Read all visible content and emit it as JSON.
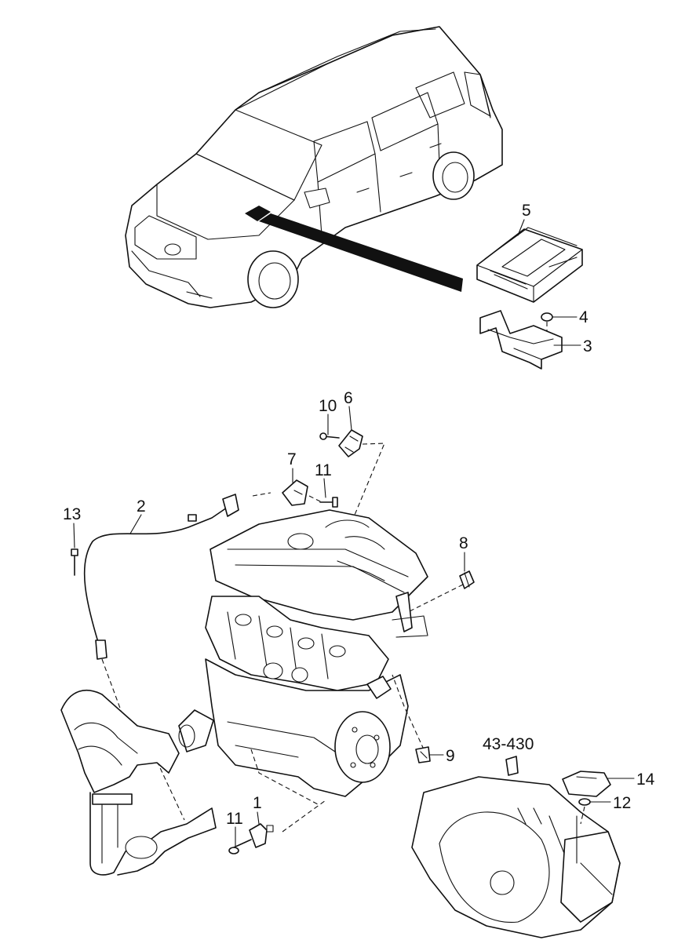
{
  "callouts": {
    "c1": "1",
    "c2": "2",
    "c3": "3",
    "c4": "4",
    "c5": "5",
    "c6": "6",
    "c7": "7",
    "c8": "8",
    "c9": "9",
    "c10": "10",
    "c11a": "11",
    "c11b": "11",
    "c12": "12",
    "c13": "13",
    "c14": "14",
    "c43": "43-430"
  },
  "colors": {
    "ink": "#111111",
    "background": "#ffffff"
  }
}
